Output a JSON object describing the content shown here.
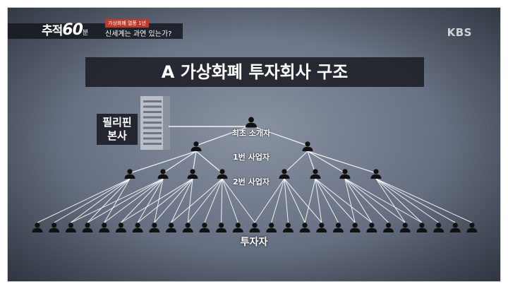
{
  "program": {
    "title_main": "추적",
    "title_num": "60",
    "title_unit": "분",
    "subtitle_small": "가상화폐 열풍 1년",
    "subtitle_main": "신세계는 과연 있는가?"
  },
  "broadcaster": "KBS",
  "diagram": {
    "title": "A 가상화폐 투자회사 구조",
    "headquarters": [
      "필리핀",
      "본사"
    ],
    "level0_label": "최초 소개자",
    "level1_label": "1번 사업자",
    "level2_label": "2번 사업자",
    "bottom_label": "투자자",
    "colors": {
      "node": "#111111",
      "line": "#ffffff",
      "title_bg": "#1c1e26"
    }
  }
}
